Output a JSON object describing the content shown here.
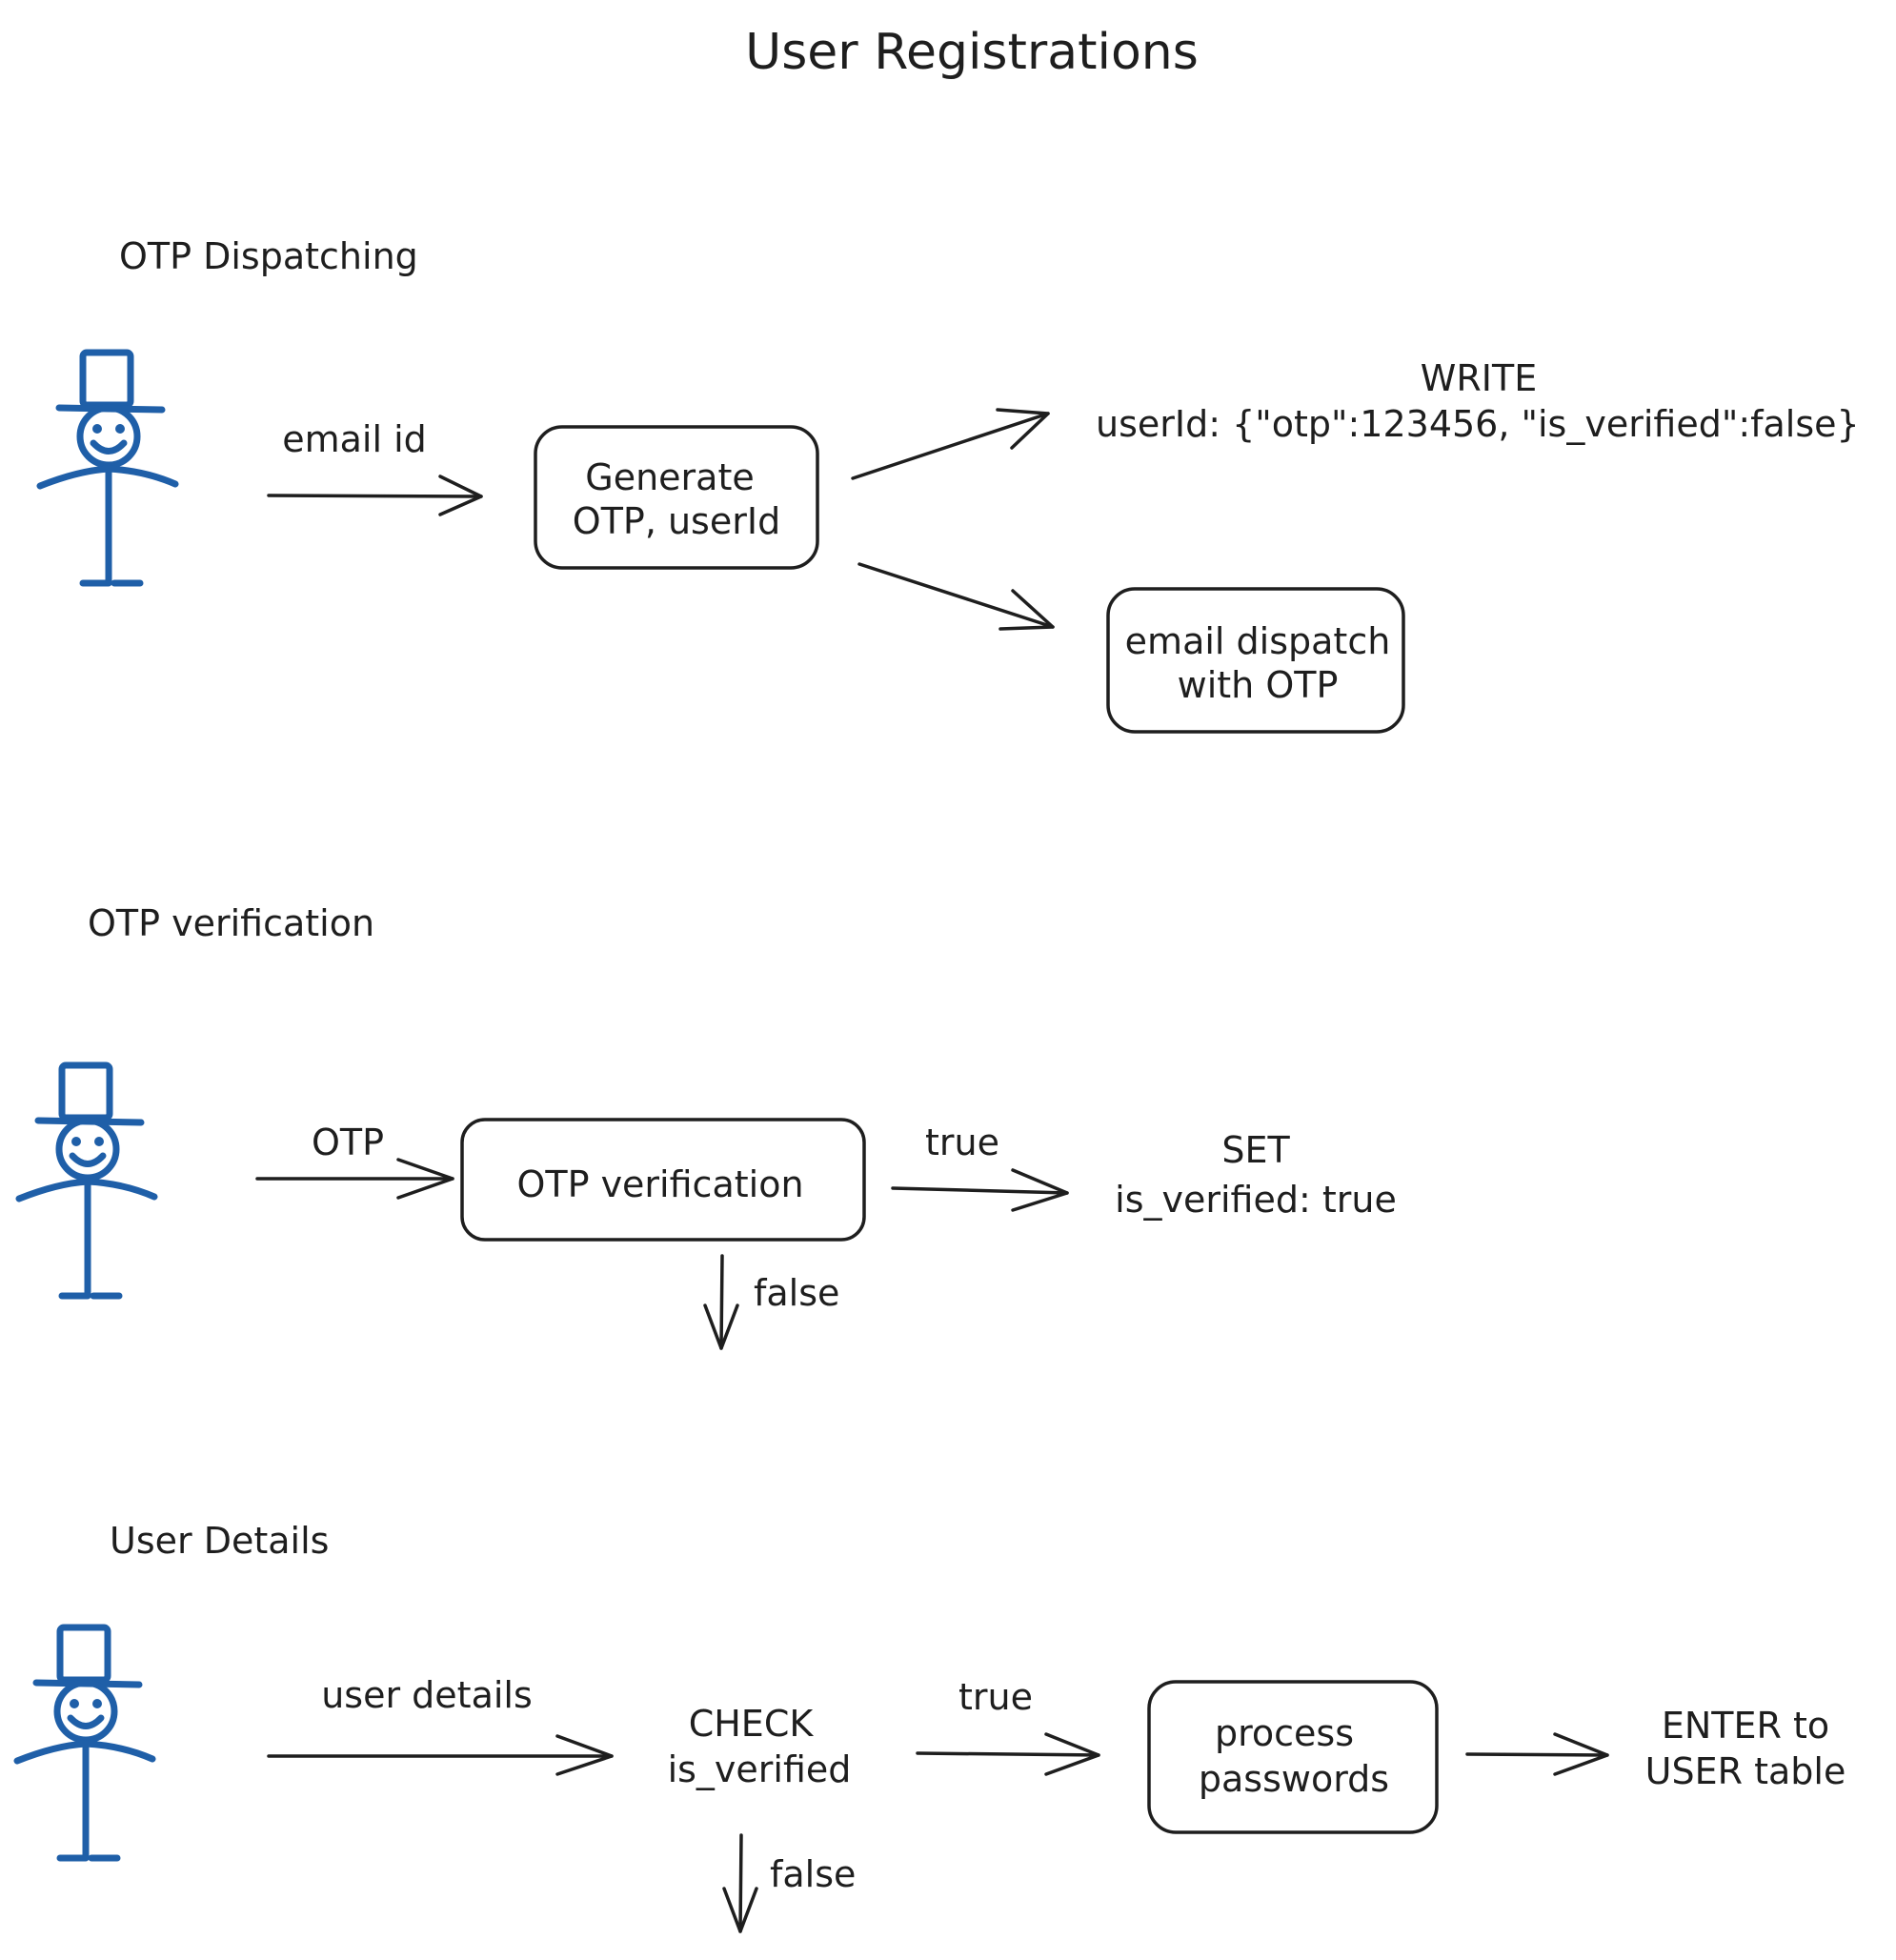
{
  "title": "User Registrations",
  "colors": {
    "ink": "#1e1e1e",
    "actor": "#1f5fa8",
    "background": "#ffffff"
  },
  "icons": [
    "stick-figure-user-icon"
  ],
  "sections": {
    "otp_dispatching": {
      "heading": "OTP Dispatching",
      "input_label": "email id",
      "process_box": {
        "line1": "Generate",
        "line2": "OTP, userId"
      },
      "write_title": "WRITE",
      "write_value": "userId: {\"otp\":123456, \"is_verified\":false}",
      "dispatch_box": {
        "line1": "email dispatch",
        "line2": "with OTP"
      }
    },
    "otp_verification": {
      "heading": "OTP verification",
      "input_label": "OTP",
      "process_box": {
        "line1": "OTP verification"
      },
      "true_label": "true",
      "false_label": "false",
      "set_title": "SET",
      "set_value": "is_verified: true"
    },
    "user_details": {
      "heading": "User Details",
      "input_label": "user details",
      "check_title": "CHECK",
      "check_value": "is_verified",
      "true_label": "true",
      "false_label": "false",
      "process_box": {
        "line1": "process",
        "line2": "passwords"
      },
      "enter_line1": "ENTER to",
      "enter_line2": "USER table"
    }
  }
}
